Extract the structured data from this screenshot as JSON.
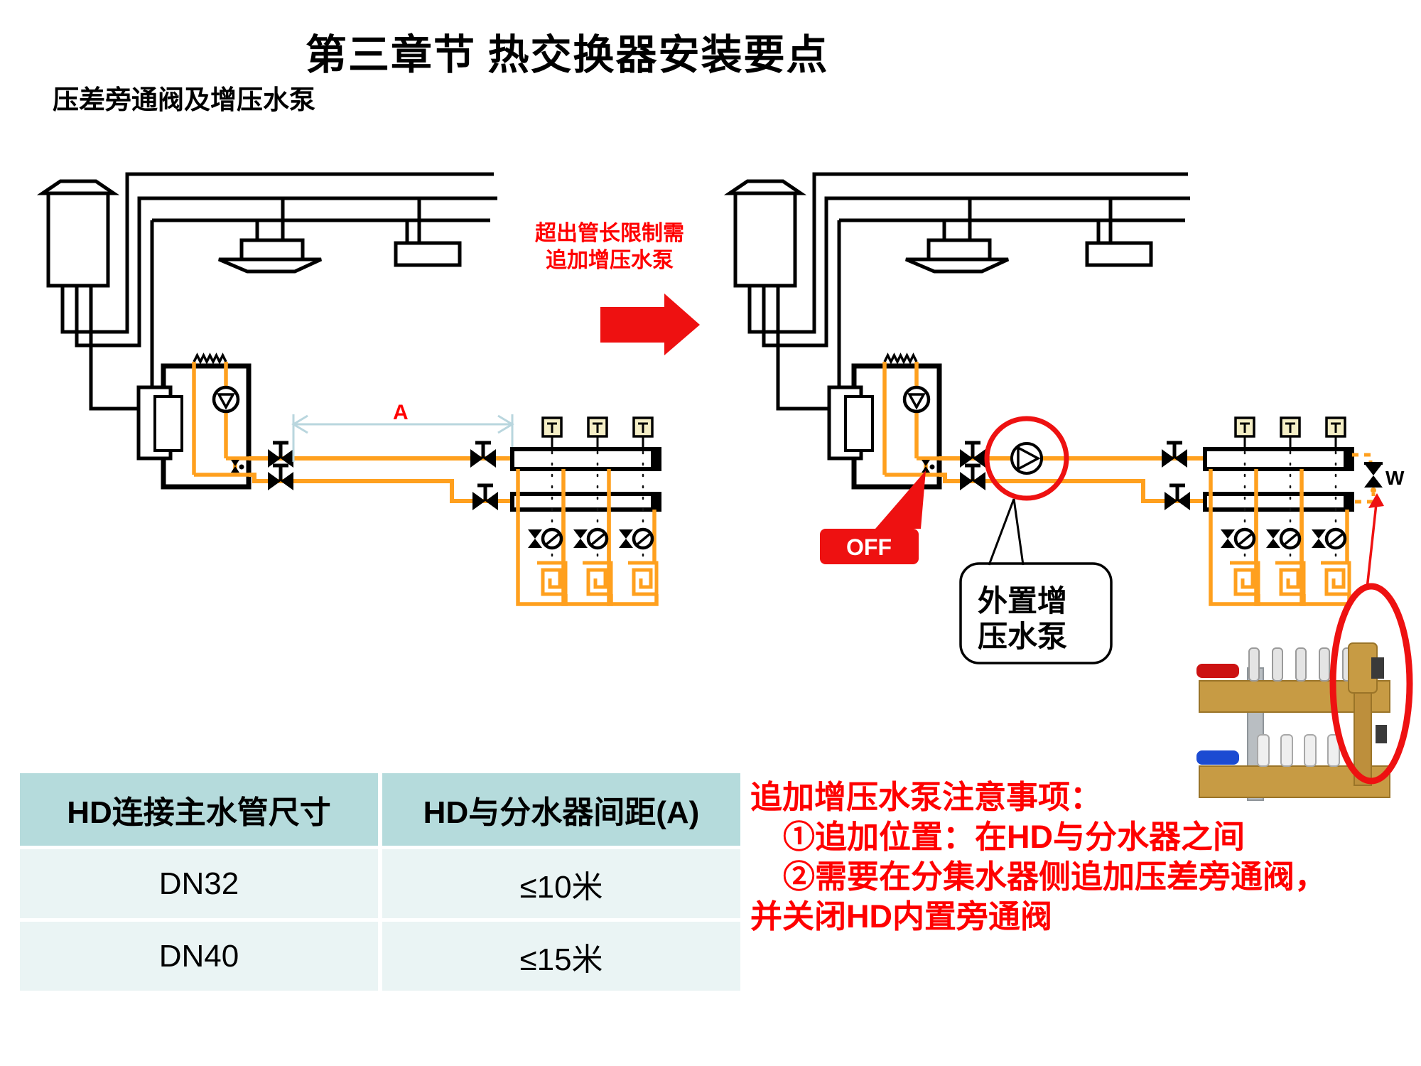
{
  "title": "第三章节 热交换器安装要点",
  "subtitle": "压差旁通阀及增压水泵",
  "transition": {
    "lines": [
      "超出管长限制需",
      "追加增压水泵"
    ]
  },
  "left_diagram": {
    "dimension_label": "A"
  },
  "right_diagram": {
    "off_label": "OFF",
    "bypass_valve_label": "W",
    "callout": [
      "外置增",
      "压水泵"
    ]
  },
  "table": {
    "headers": [
      "HD连接主水管尺寸",
      "HD与分水器间距(A)"
    ],
    "rows": [
      [
        "DN32",
        "≤10米"
      ],
      [
        "DN40",
        "≤15米"
      ]
    ]
  },
  "notes": {
    "lines": [
      "追加增压水泵注意事项：",
      "①追加位置：在HD与分水器之间",
      "②需要在分集水器侧追加压差旁通阀，",
      "并关闭HD内置旁通阀"
    ]
  },
  "colors": {
    "accent_red": "#ee1111",
    "text_red": "#ff0000",
    "pipe_orange": "#ffa01e",
    "dimension_blue": "#b9d6de",
    "table_header_bg": "#b5dbdc",
    "table_row_bg": "#eaf4f4",
    "actuator_fill": "#f5efc6"
  }
}
